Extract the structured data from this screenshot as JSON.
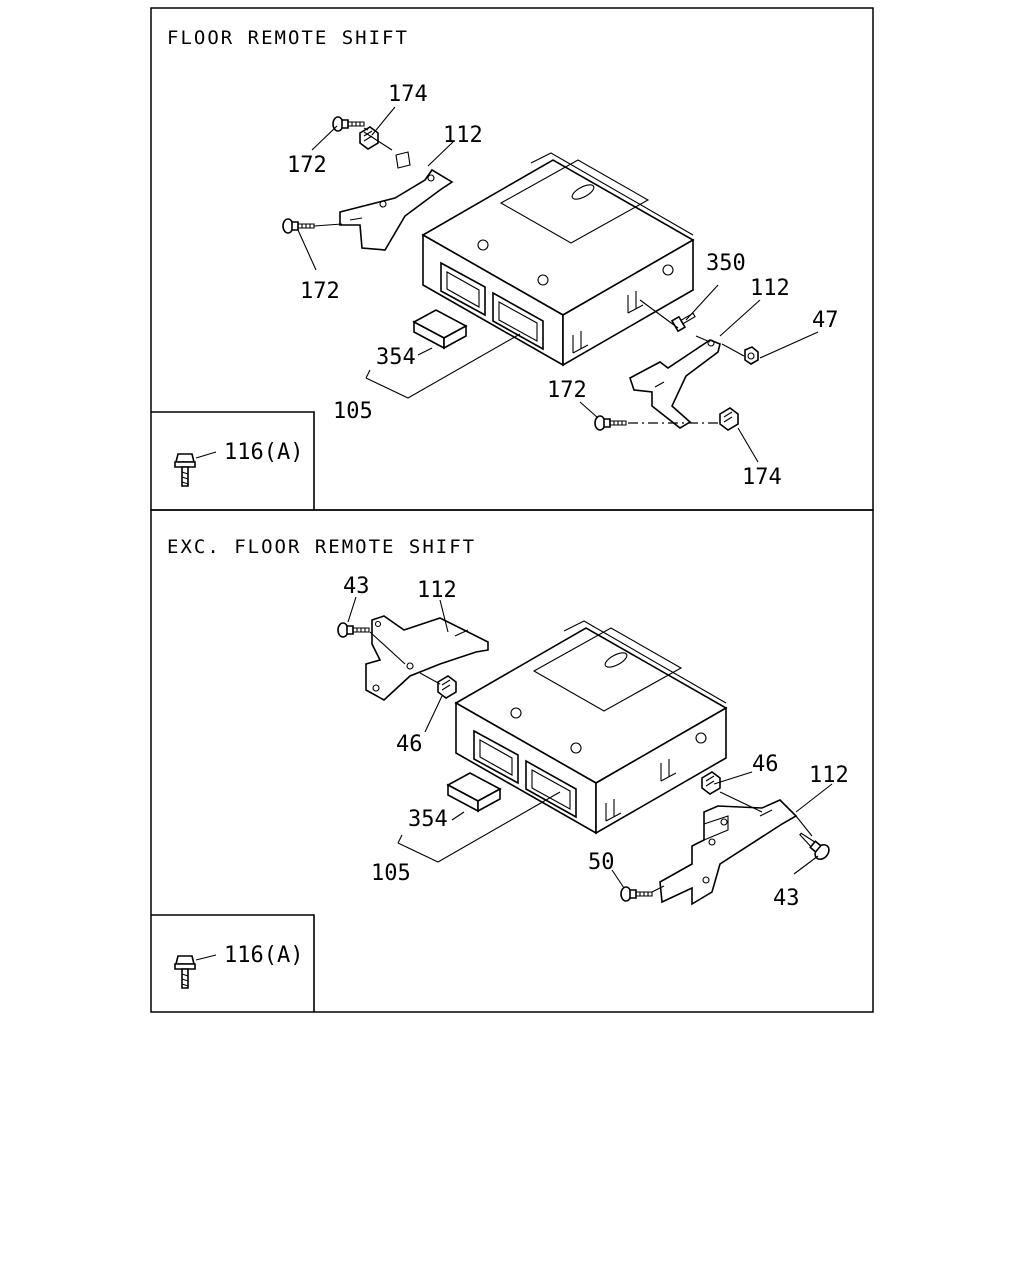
{
  "top": {
    "title": "FLOOR REMOTE SHIFT",
    "callouts": {
      "c174a": "174",
      "c112a": "112",
      "c172a": "172",
      "c172b": "172",
      "c354": "354",
      "c105": "105",
      "c350": "350",
      "c112b": "112",
      "c47": "47",
      "c172c": "172",
      "c174b": "174"
    },
    "inset_label": "116(A)"
  },
  "bottom": {
    "title": "EXC. FLOOR REMOTE SHIFT",
    "callouts": {
      "c43a": "43",
      "c112a": "112",
      "c46a": "46",
      "c354": "354",
      "c105": "105",
      "c46b": "46",
      "c112b": "112",
      "c50": "50",
      "c43b": "43"
    },
    "inset_label": "116(A)"
  }
}
